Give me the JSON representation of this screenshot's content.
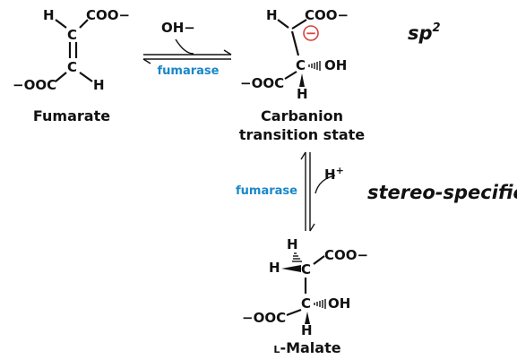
{
  "colors": {
    "enzyme": "#1a87c9",
    "carbanion": "#d6413b",
    "ink": "#111111"
  },
  "atoms": {
    "H": "H",
    "C": "C",
    "COO_minus": "COO−",
    "minus_OOC": "−OOC",
    "OH": "OH",
    "OH_minus": "OH−",
    "H_plus": "H+"
  },
  "labels": {
    "fumarate": "Fumarate",
    "carbanion_line1": "Carbanion",
    "carbanion_line2": "transition state",
    "malate_prefix": "L",
    "malate_name": "-Malate",
    "enzyme": "fumarase",
    "sp2_base": "sp",
    "sp2_sup": "2",
    "stereo": "stereo-specific",
    "carbanion_charge": "−"
  }
}
